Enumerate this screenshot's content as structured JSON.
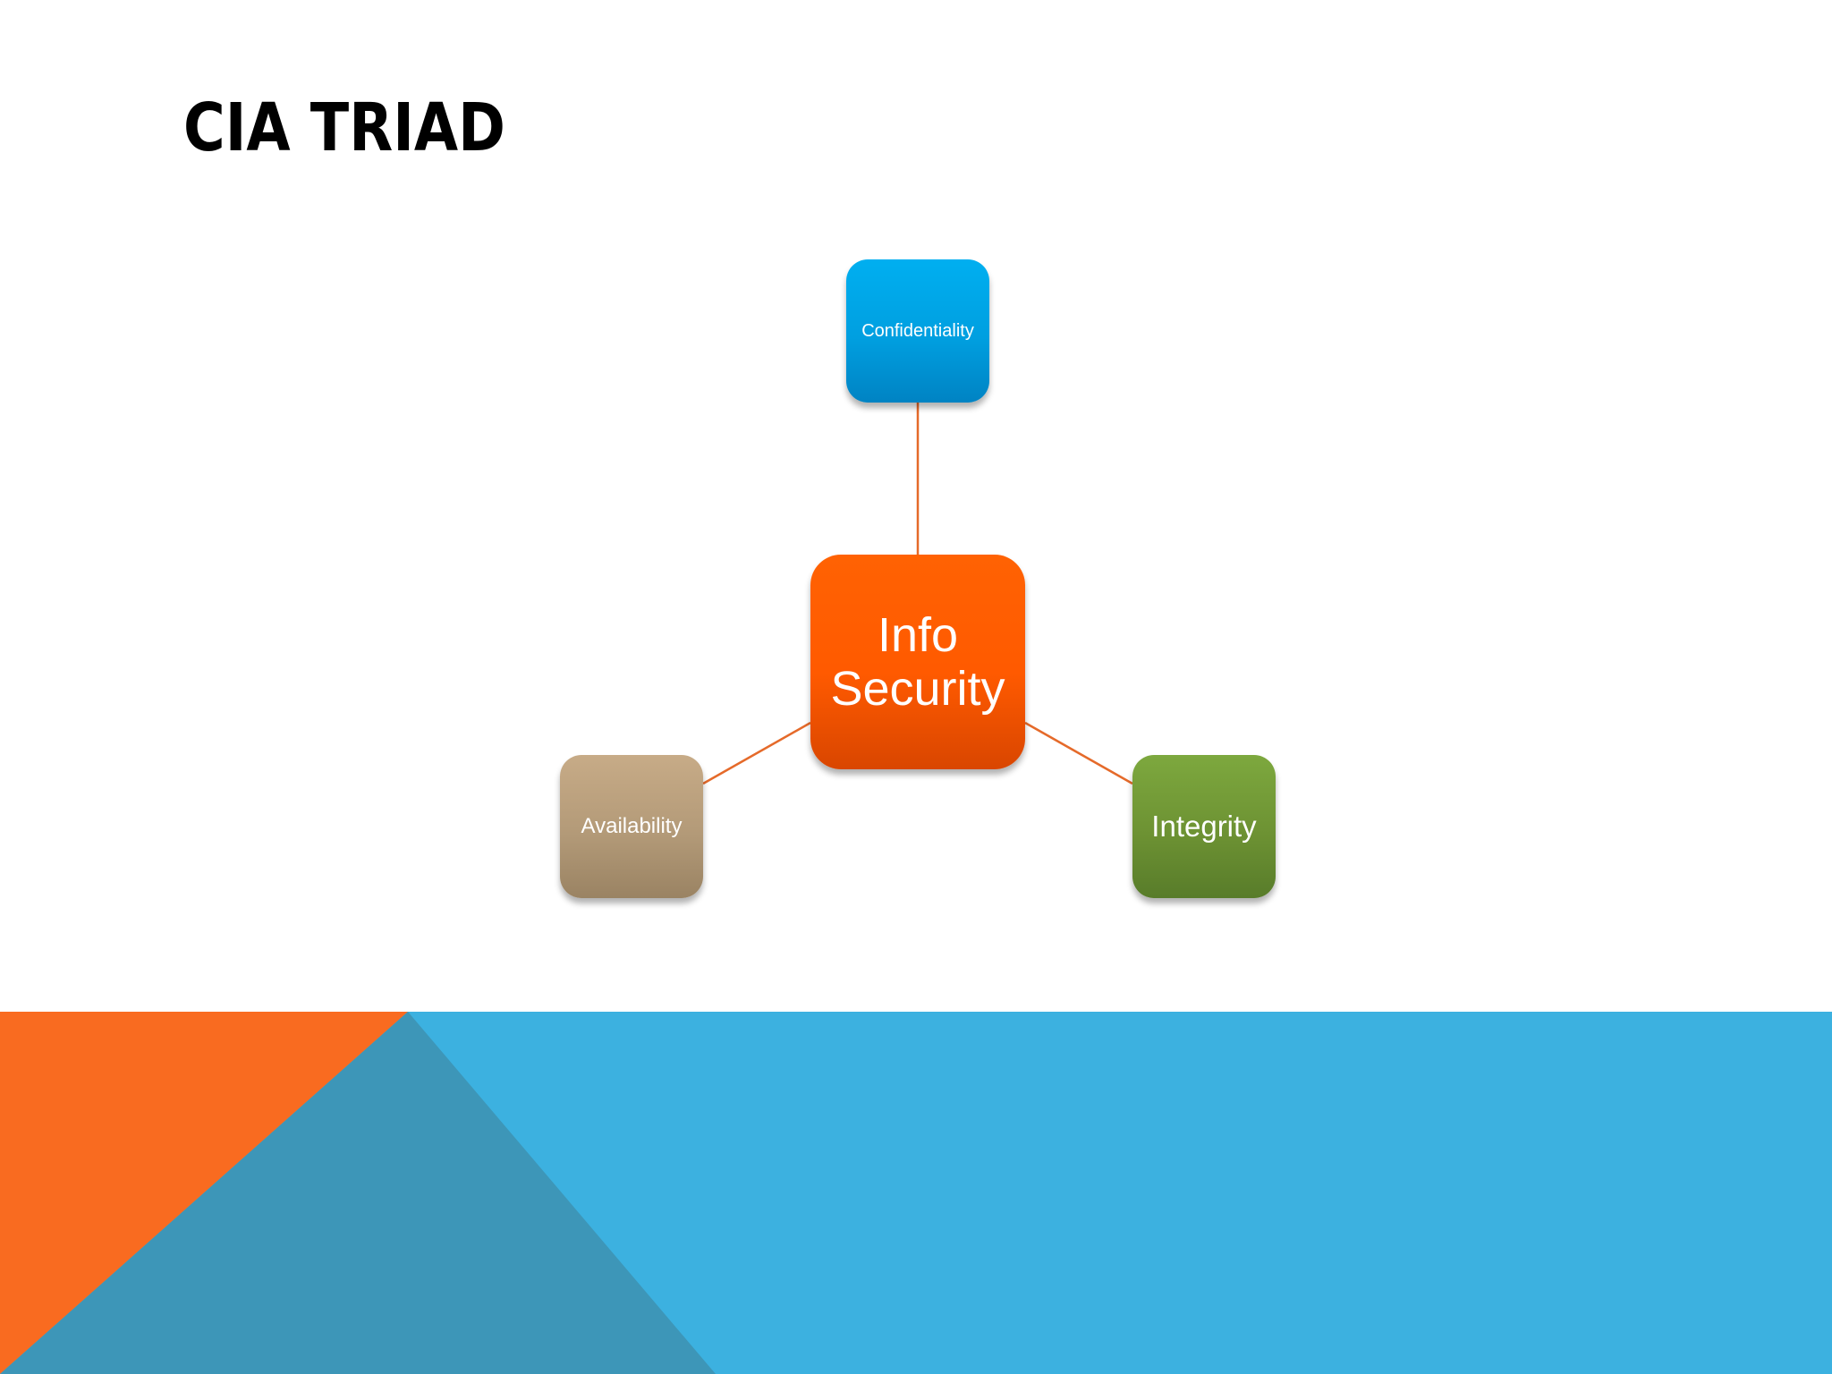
{
  "slide": {
    "title": "CIA TRIAD"
  },
  "diagram": {
    "center": {
      "label": "Info Security",
      "color": "#ff5a00"
    },
    "nodes": {
      "confidentiality": {
        "label": "Confidentiality",
        "color": "#00a0e3"
      },
      "availability": {
        "label": "Availability",
        "color": "#b39a78"
      },
      "integrity": {
        "label": "Integrity",
        "color": "#6d9233"
      }
    },
    "connector_color": "#e56a2a"
  },
  "theme": {
    "accent_orange": "#f96b20",
    "accent_blue": "#3cb1e0",
    "accent_teal": "#3d96b8"
  }
}
